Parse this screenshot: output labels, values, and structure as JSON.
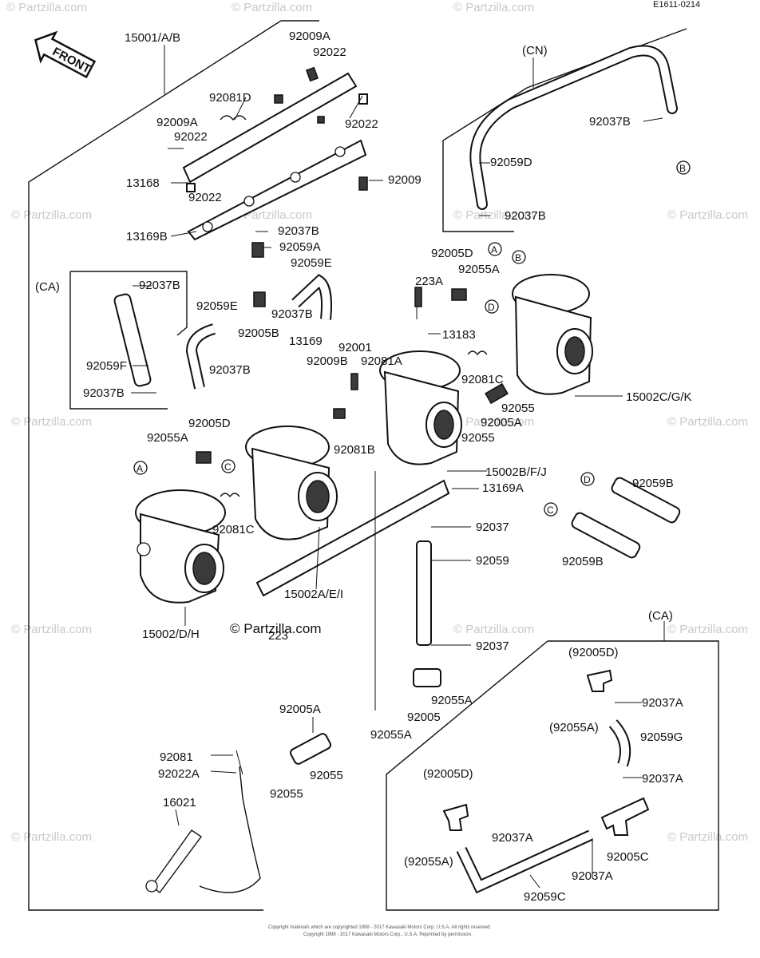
{
  "diagram_code": "E1611-0214",
  "front_badge": "FRONT",
  "watermark_text": "© Partzilla.com",
  "watermark_center_text": "© Partzilla.com",
  "copyright_lines": [
    "Copyright materials which are copyrighted 1998 - 2017 Kawasaki Motors Corp. U.S.A. All rights reserved.",
    "Copyright 1998 - 2017 Kawasaki Motors Corp., U.S.A. Reprinted by permission."
  ],
  "callouts": {
    "c15001": "15001/A/B",
    "c92009A_top": "92009A",
    "c92022_top": "92022",
    "c92081D": "92081D",
    "c92022_r": "92022",
    "c92009A_l": "92009A",
    "c92022_l": "92022",
    "c13168": "13168",
    "c92022_b": "92022",
    "c92009": "92009",
    "c13169B": "13169B",
    "cCN": "(CN)",
    "c92037B_cn1": "92037B",
    "c92059D": "92059D",
    "c92037B_cn2": "92037B",
    "c92037B_m1": "92037B",
    "c92059A": "92059A",
    "c92059E_m": "92059E",
    "cCA_left": "(CA)",
    "c92037B_ca1": "92037B",
    "c92059F": "92059F",
    "c92037B_ca2": "92037B",
    "c92059E_l": "92059E",
    "c92005B": "92005B",
    "c92037B_m2": "92037B",
    "c92037B_m3": "92037B",
    "c13169": "13169",
    "c92001": "92001",
    "c92009B": "92009B",
    "c92081A": "92081A",
    "c92005D_l": "92005D",
    "c92055A_l": "92055A",
    "c92005D_r": "92005D",
    "c92055A_r": "92055A",
    "c223A_top": "223A",
    "c13183": "13183",
    "c92081C_r": "92081C",
    "c15002CGK": "15002C/G/K",
    "c92055_r1": "92055",
    "c92005A_r": "92005A",
    "c92055_r2": "92055",
    "c92081B": "92081B",
    "c15002BFJ": "15002B/F/J",
    "c13169A": "13169A",
    "c92081C_l": "92081C",
    "c92037_a": "92037",
    "c92059": "92059",
    "c15002AEI": "15002A/E/I",
    "c15002DH": "15002/D/H",
    "c223": "223",
    "c92059B_top": "92059B",
    "c92059B_bot": "92059B",
    "c92037_b": "92037",
    "c92055A_mid": "92055A",
    "c92005_mid": "92005",
    "c92055A_low": "92055A",
    "c92005A_low": "92005A",
    "c92055_low1": "92055",
    "c92055_low2": "92055",
    "c92081I": "92081",
    "c92022A": "92022A",
    "c16021": "16021",
    "cCA_right": "(CA)",
    "c92005D_ca": "(92005D)",
    "c92037A_1": "92037A",
    "c92055A_ca": "(92055A)",
    "c92059G": "92059G",
    "c92037A_2": "92037A",
    "c92005D_ca2": "(92005D)",
    "c92037A_3": "92037A",
    "c92055A_ca2": "(92055A)",
    "c92037A_4": "92037A",
    "c92005C": "92005C",
    "c92059C": "92059C"
  },
  "ref_markers": {
    "A": "A",
    "B": "B",
    "C": "C",
    "D": "D"
  }
}
